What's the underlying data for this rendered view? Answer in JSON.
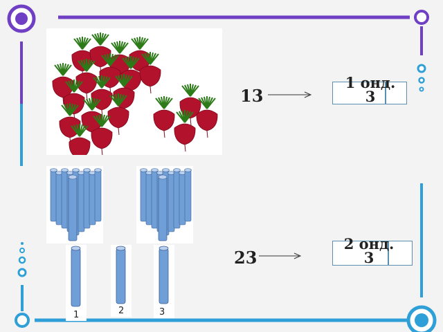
{
  "colors": {
    "frame_purple": "#6f3fc4",
    "frame_blue": "#2f9fd8",
    "stick": "#6f9fd6",
    "beet": "#b3122c",
    "leaf": "#2c7a18"
  },
  "row1": {
    "count": "13",
    "result_label": "1 онд.\n3"
  },
  "row2": {
    "count": "23",
    "result_label": "2 онд.\n3"
  },
  "single_sticks": [
    {
      "label": "1"
    },
    {
      "label": "2"
    },
    {
      "label": "3"
    }
  ],
  "icons": {
    "beets": "beetroot-group-icon",
    "bundle": "stick-bundle-icon",
    "stick": "single-stick-icon"
  }
}
